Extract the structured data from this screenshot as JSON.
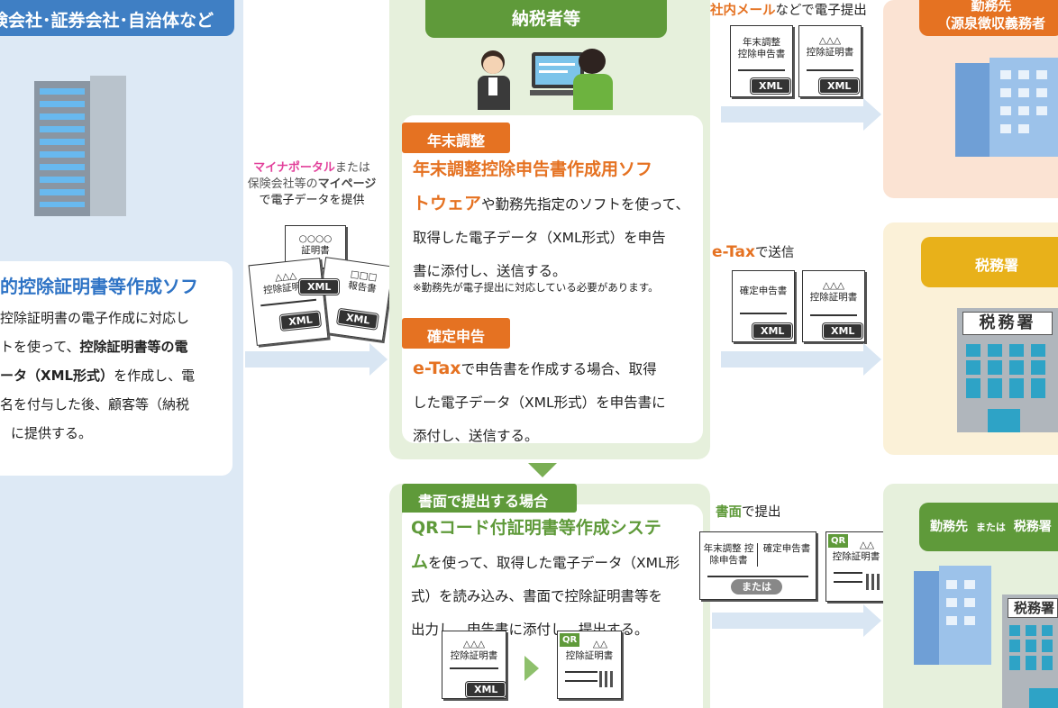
{
  "left": {
    "header": "険会社･証券会社･自治体など",
    "card_title": "的控除証明書等作成ソフ",
    "card_lines": [
      "控除証明書の電子作成に対応し",
      "トを使って、",
      "控除証明書等の電",
      "ータ（XML形式）",
      "を作成し、電",
      "名を付与した後、顧客等（納税",
      "に提供する。"
    ]
  },
  "myna": {
    "pink": "マイナポータル",
    "after_pink": "または",
    "line2_a": "保険会社等の",
    "line2_b": "マイページ",
    "line3": "で電子データを提供"
  },
  "docs": {
    "certificate": "○○○○\n証明書",
    "deduction_cert": "△△△\n控除証明書",
    "report": "□□□\n報告書",
    "xml": "XML",
    "nenmatsu_form": "年末調整\n控除申告書",
    "kakutei_form": "確定申告書",
    "qr": "QR",
    "qr_tri": "△△",
    "or": "または"
  },
  "middle": {
    "header": "納税者等",
    "tag_year_end": "年末調整",
    "year_end_big1": "年末調整控除申告書作成用ソフ",
    "year_end_big2": "トウェア",
    "year_end_rest": "や勤務先指定のソフトを使って、",
    "year_end_line3": "取得した電子データ（XML形式）を申告",
    "year_end_line4": "書に添付し、送信する。",
    "year_end_note": "※勤務先が電子提出に対応している必要があります。",
    "tag_final": "確定申告",
    "final_big": "e-Tax",
    "final_rest": "で申告書を作成する場合、取得",
    "final_line2": "した電子データ（XML形式）を申告書に",
    "final_line3": "添付し、送信する。",
    "tag_paper": "書面で提出する場合",
    "paper_big1": "QRコード付証明書等作成システ",
    "paper_big2": "ム",
    "paper_rest": "を使って、取得した電子データ（XML形",
    "paper_line3": "式）を読み込み、書面で控除証明書等を",
    "paper_line4": "出力し、申告書に添付し、提出する。"
  },
  "flows": {
    "email_bold": "社内メール",
    "email_rest": "などで電子提出",
    "etax_bold": "e-Tax",
    "etax_rest": "で送信",
    "paper_bold": "書面",
    "paper_rest": "で提出"
  },
  "right": {
    "employer_line1": "勤務先",
    "employer_line2": "（源泉徴収義務者",
    "tax_office": "税務署",
    "tax_office_sign": "税務署",
    "bottom_header_a": "勤務先",
    "bottom_header_or": "または",
    "bottom_header_b": "税務署",
    "bottom_sign": "税務署"
  },
  "colors": {
    "blue": "#3f7fc4",
    "green": "#5f9a3a",
    "orange": "#e57222",
    "yellow": "#e8b11a",
    "pink": "#e23f9a"
  }
}
